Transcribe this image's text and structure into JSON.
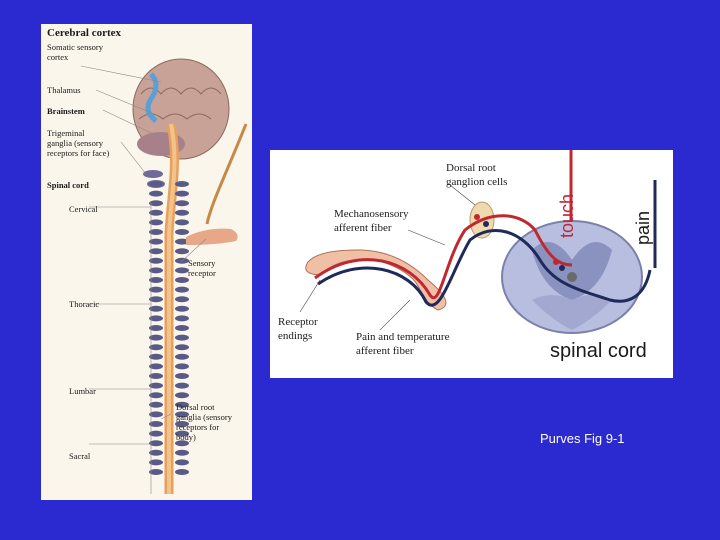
{
  "left_figure": {
    "labels": {
      "cerebral_cortex": "Cerebral cortex",
      "somatic_sensory_cortex_1": "Somatic sensory",
      "somatic_sensory_cortex_2": "cortex",
      "thalamus": "Thalamus",
      "brainstem": "Brainstem",
      "trigeminal_1": "Trigeminal",
      "trigeminal_2": "ganglia (sensory",
      "trigeminal_3": "receptors for face)",
      "spinal_cord": "Spinal cord",
      "cervical": "Cervical",
      "sensory_receptor_1": "Sensory",
      "sensory_receptor_2": "receptor",
      "thoracic": "Thoracic",
      "lumbar": "Lumbar",
      "dorsal_root_1": "Dorsal root",
      "dorsal_root_2": "ganglia (sensory",
      "dorsal_root_3": "receptors for",
      "dorsal_root_4": "body)",
      "sacral": "Sacral"
    }
  },
  "right_figure": {
    "labels": {
      "dorsal_root_ganglion_1": "Dorsal root",
      "dorsal_root_ganglion_2": "ganglion cells",
      "mechanosensory_1": "Mechanosensory",
      "mechanosensory_2": "afferent fiber",
      "receptor_endings_1": "Receptor",
      "receptor_endings_2": "endings",
      "pain_temp_1": "Pain and temperature",
      "pain_temp_2": "afferent fiber"
    },
    "annotations": {
      "touch": "touch",
      "pain": "pain",
      "spinal_cord": "spinal cord"
    }
  },
  "caption": "Purves Fig 9-1",
  "colors": {
    "background": "#2a2ad0",
    "touch_line": "#c0282f",
    "pain_line": "#1f2a5a",
    "caption_text": "#ffffff"
  }
}
